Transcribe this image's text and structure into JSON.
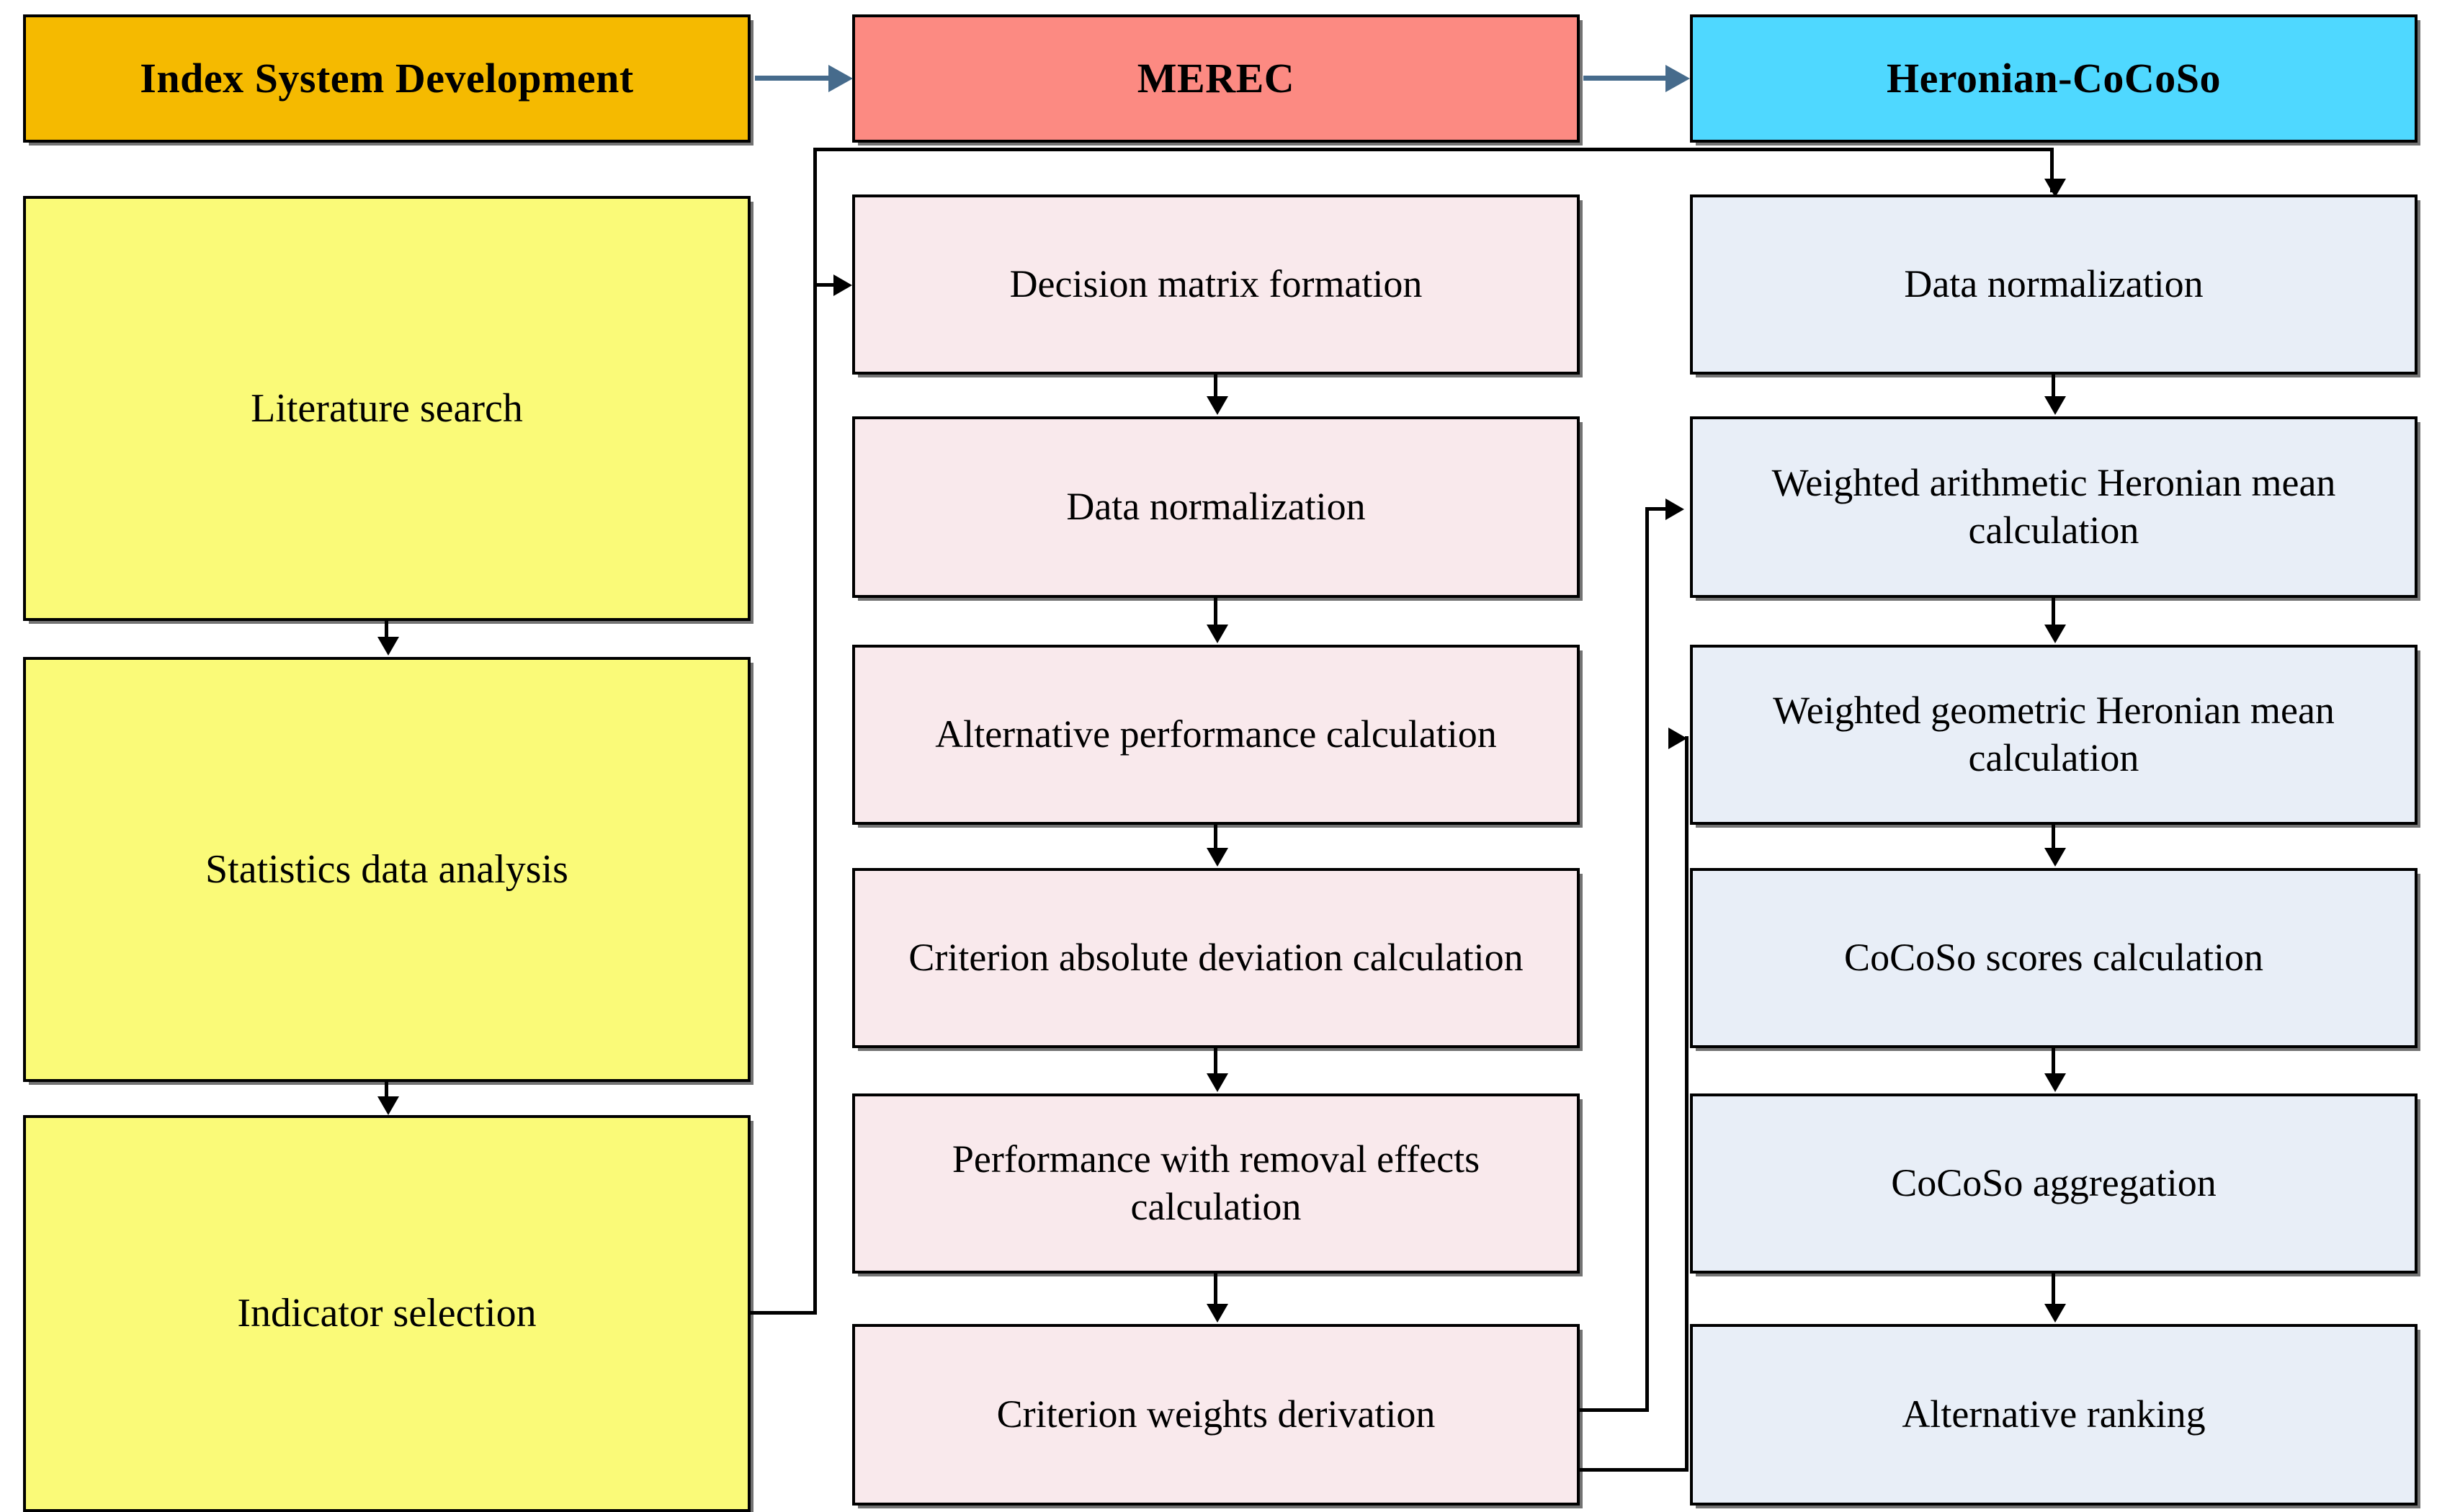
{
  "diagram": {
    "title": "MEREC and Heronian-CoCoSo methodology flowchart",
    "columns": [
      {
        "id": "index-system-development",
        "header": {
          "label": "Index System Development",
          "color": "#F5BA00"
        },
        "body_color": "#FAFA78",
        "steps": [
          {
            "label": "Literature search"
          },
          {
            "label": "Statistics data analysis"
          },
          {
            "label": "Indicator selection"
          }
        ]
      },
      {
        "id": "merec",
        "header": {
          "label": "MEREC",
          "color": "#FC8A82"
        },
        "body_color": "#F9E9EC",
        "steps": [
          {
            "label": "Decision matrix formation"
          },
          {
            "label": "Data normalization"
          },
          {
            "label": "Alternative performance calculation"
          },
          {
            "label": "Criterion absolute deviation calculation"
          },
          {
            "label": "Performance with removal effects calculation"
          },
          {
            "label": "Criterion weights derivation"
          }
        ]
      },
      {
        "id": "heronian-cocoso",
        "header": {
          "label": "Heronian-CoCoSo",
          "color": "#4FD8FF"
        },
        "body_color": "#E8EEF7",
        "steps": [
          {
            "label": "Data normalization"
          },
          {
            "label": "Weighted arithmetic Heronian mean calculation"
          },
          {
            "label": "Weighted geometric Heronian mean calculation"
          },
          {
            "label": "CoCoSo scores calculation"
          },
          {
            "label": "CoCoSo aggregation"
          },
          {
            "label": "Alternative ranking"
          }
        ]
      }
    ],
    "connectors": {
      "header_flow": [
        {
          "from": "index-system-development",
          "to": "merec",
          "style": "arrow-right",
          "color": "#466B8C"
        },
        {
          "from": "merec",
          "to": "heronian-cocoso",
          "style": "arrow-right",
          "color": "#466B8C"
        }
      ],
      "cross_column": [
        {
          "from": "indicator-selection",
          "to": "decision-matrix-formation",
          "style": "elbow",
          "color": "#000000"
        },
        {
          "from": "criterion-weights-derivation",
          "to": "weighted-arithmetic-heronian-mean-calculation",
          "style": "elbow",
          "color": "#000000"
        },
        {
          "from": "criterion-weights-derivation",
          "to": "weighted-geometric-heronian-mean-calculation",
          "style": "elbow",
          "color": "#000000"
        },
        {
          "from": "heronian-cocoso-header",
          "to": "data-normalization-right",
          "style": "elbow",
          "color": "#000000"
        }
      ]
    }
  }
}
